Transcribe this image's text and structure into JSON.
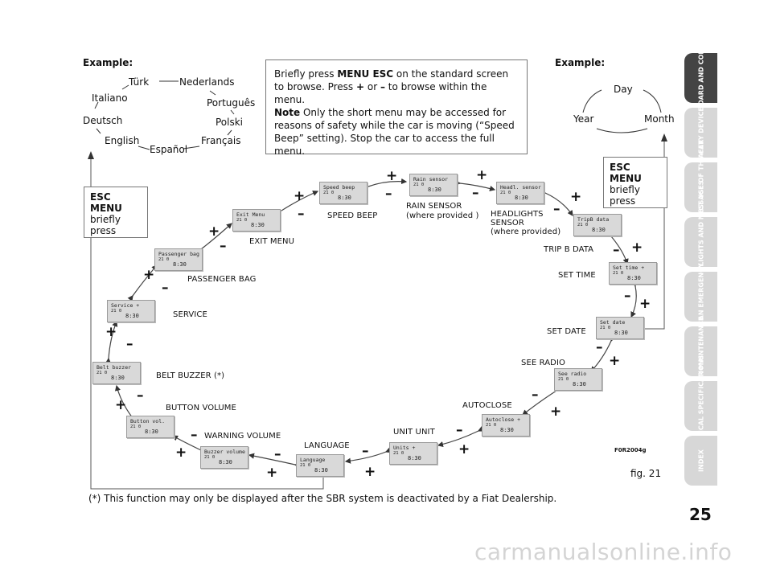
{
  "examples": {
    "left_title": "Example:",
    "right_title": "Example:"
  },
  "languages": [
    "Türk",
    "Nederlands",
    "Italiano",
    "Português",
    "Deutsch",
    "Polski",
    "English",
    "Español",
    "Français"
  ],
  "day_cycle": [
    "Day",
    "Year",
    "Month"
  ],
  "instruction": {
    "line1_pre": "Briefly press ",
    "key": "MENU ESC",
    "line1_post": " on the standard screen to browse. Press ",
    "plus": "+",
    "or": " or ",
    "minus": "–",
    "tail": " to browse within the menu.",
    "note_label": "Note",
    "note_text": " Only the short menu may be accessed for reasons of safety while the car is moving (“Speed Beep” setting). Stop the car to access the full menu."
  },
  "esc_left": {
    "title1": "ESC",
    "title2": "MENU",
    "sub": "briefly press"
  },
  "esc_right": {
    "title1": "ESC",
    "title2": "MENU",
    "sub": "briefly press"
  },
  "screens": {
    "speed_beep": "Speed beep",
    "rain_sensor": "Rain sensor",
    "headl_sensor": "Headl. sensor",
    "exit_menu": "Exit Menu",
    "tripb_data": "TripB data",
    "passenger_bag": "Passenger bag",
    "set_time": "Set time  +",
    "service": "Service  +",
    "set_date": "Set date",
    "belt_buzzer": "Belt buzzer",
    "see_radio": "See radio",
    "button_vol": "Button vol.",
    "autoclose": "Autoclose +",
    "buzzer_volume": "Buzzer volume",
    "units": "Units  +",
    "language": "Language",
    "odo": "21 0",
    "clock": "8:30"
  },
  "labels": {
    "speed_beep": "SPEED BEEP",
    "rain_sensor": "RAIN SENSOR",
    "rain_note": "(where provided )",
    "headl_1": "HEADLIGHTS",
    "headl_2": "SENSOR",
    "headl_note": "(where provided)",
    "exit_menu": "EXIT MENU",
    "trip_b": "TRIP B DATA",
    "passenger_bag": "PASSENGER BAG",
    "set_time": "SET TIME",
    "service": "SERVICE",
    "set_date": "SET DATE",
    "see_radio": "SEE RADIO",
    "belt_buzzer": "BELT BUZZER (*)",
    "autoclose": "AUTOCLOSE",
    "button_volume": "BUTTON  VOLUME",
    "unit": "UNIT UNIT",
    "warning_volume": "WARNING VOLUME",
    "language": "LANGUAGE"
  },
  "symbols": {
    "plus": "+",
    "minus": "–"
  },
  "figure": {
    "code": "F0R2004g",
    "caption": "fig. 21"
  },
  "footnote": "(*) This function may only be displayed after the SBR system is deactivated by a Fiat Dealership.",
  "page_number": "25",
  "tabs": [
    "DASHBOARD AND CONTROLS",
    "SAFETY DEVICES",
    "CORRECT USE OF THE CAR",
    "WARNING LIGHTS AND MESSAGES",
    "IN AN EMERGENCY",
    "CAR MAINTENANCE",
    "TECHNICAL SPECIFICATIONS",
    "INDEX"
  ],
  "watermark": "carmanualsonline.info"
}
